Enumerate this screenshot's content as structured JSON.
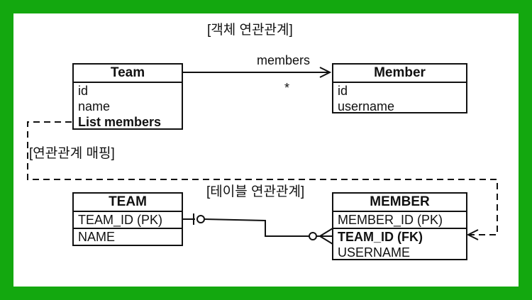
{
  "section_labels": {
    "object_relation": "[객체 연관관계]",
    "mapping": "[연관관계 매핑]",
    "table_relation": "[테이블 연관관계]"
  },
  "object_model": {
    "team": {
      "title": "Team",
      "fields": [
        "id",
        "name",
        "List members"
      ]
    },
    "member": {
      "title": "Member",
      "fields": [
        "id",
        "username"
      ]
    },
    "association_label": "members",
    "multiplicity": "*"
  },
  "table_model": {
    "team": {
      "title": "TEAM",
      "pk": "TEAM_ID (PK)",
      "columns": [
        "NAME"
      ]
    },
    "member": {
      "title": "MEMBER",
      "pk": "MEMBER_ID (PK)",
      "fk": "TEAM_ID (FK)",
      "columns": [
        "USERNAME"
      ]
    }
  },
  "colors": {
    "border": "#13a80f",
    "line": "#111111"
  }
}
